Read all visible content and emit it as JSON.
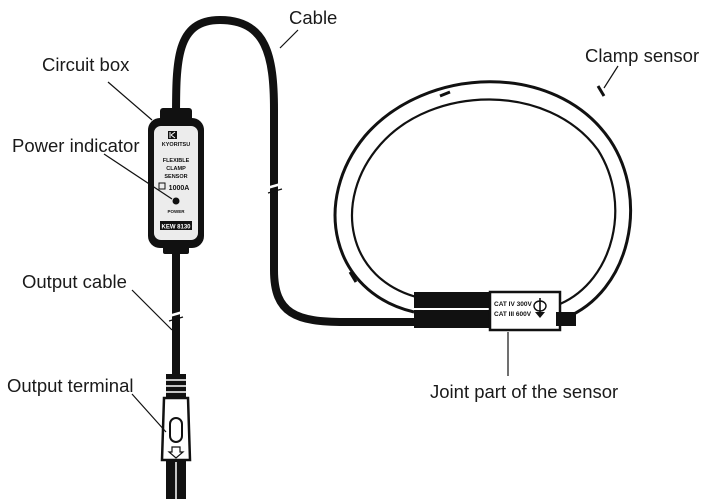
{
  "labels": {
    "cable": "Cable",
    "circuit_box": "Circuit box",
    "power_indicator": "Power indicator",
    "clamp_sensor": "Clamp sensor",
    "output_cable": "Output cable",
    "output_terminal": "Output terminal",
    "joint_part": "Joint part of the sensor"
  },
  "circuit_box_text": {
    "brand": "KYORITSU",
    "line1": "FLEXIBLE",
    "line2": "CLAMP",
    "line3": "SENSOR",
    "rating": "1000A",
    "power": "POWER",
    "model": "KEW 8130"
  },
  "joint_text": {
    "cat4": "CAT IV 300V",
    "cat3": "CAT III 600V"
  },
  "colors": {
    "ink": "#111111",
    "background": "#ffffff",
    "box_face": "#ececec"
  }
}
